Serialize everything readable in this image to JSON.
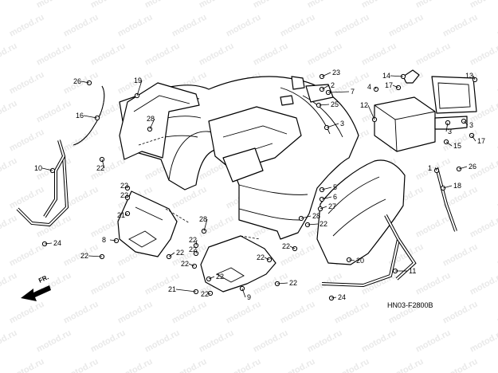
{
  "diagram": {
    "code": "HN03-F2800B",
    "direction_label": "FR.",
    "watermark_text": "motod.ru",
    "callouts": [
      {
        "label": "1"
      },
      {
        "label": "2"
      },
      {
        "label": "3"
      },
      {
        "label": "3"
      },
      {
        "label": "3"
      },
      {
        "label": "4"
      },
      {
        "label": "5"
      },
      {
        "label": "6"
      },
      {
        "label": "7"
      },
      {
        "label": "8"
      },
      {
        "label": "9"
      },
      {
        "label": "10"
      },
      {
        "label": "11"
      },
      {
        "label": "12"
      },
      {
        "label": "13"
      },
      {
        "label": "14"
      },
      {
        "label": "15"
      },
      {
        "label": "16"
      },
      {
        "label": "17"
      },
      {
        "label": "17"
      },
      {
        "label": "18"
      },
      {
        "label": "19"
      },
      {
        "label": "20"
      },
      {
        "label": "21"
      },
      {
        "label": "21"
      },
      {
        "label": "22"
      },
      {
        "label": "22"
      },
      {
        "label": "22"
      },
      {
        "label": "22"
      },
      {
        "label": "22"
      },
      {
        "label": "22"
      },
      {
        "label": "22"
      },
      {
        "label": "22"
      },
      {
        "label": "22"
      },
      {
        "label": "22"
      },
      {
        "label": "22"
      },
      {
        "label": "22"
      },
      {
        "label": "22"
      },
      {
        "label": "22"
      },
      {
        "label": "23"
      },
      {
        "label": "24"
      },
      {
        "label": "24"
      },
      {
        "label": "25"
      },
      {
        "label": "26"
      },
      {
        "label": "26"
      },
      {
        "label": "27"
      },
      {
        "label": "28"
      },
      {
        "label": "28"
      },
      {
        "label": "28"
      }
    ]
  }
}
